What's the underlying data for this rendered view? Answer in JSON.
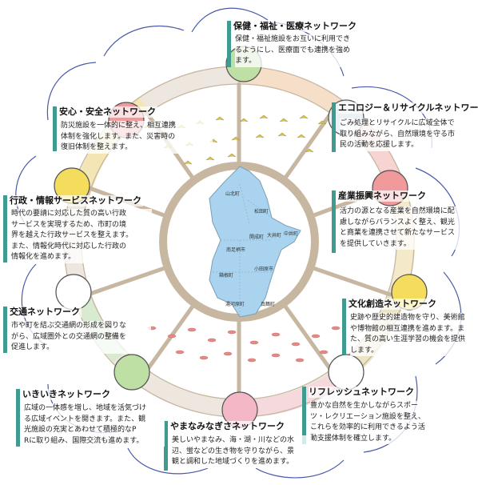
{
  "colors": {
    "teal_bar": "#3f9a8f",
    "ring_frame": "#c7b6a0",
    "map_fill": "#a9d3ee",
    "petal_outline": "#4a5aa8"
  },
  "map": {
    "places": [
      "山北町",
      "松田町",
      "開成町",
      "大井町",
      "中井町",
      "南足柄市",
      "小田原市",
      "箱根町",
      "真鶴町",
      "湯河原町"
    ]
  },
  "networks": [
    {
      "title": "保健・福祉・医療ネットワーク",
      "lines": [
        "保健・福祉施設をお互いに利用でき",
        "るようにし、医療面でも連携を強め",
        "ます。"
      ]
    },
    {
      "title": "エコロジー＆リサイクルネットワーク",
      "lines": [
        "ごみ処理とリサイクルに広域全体で",
        "取り組みながら、自然環境を守る市",
        "民の活動を応援します。"
      ]
    },
    {
      "title": "産業振興ネットワーク",
      "lines": [
        "活力の源となる産業を自然環境に配",
        "慮しながらバランスよく整え、観光",
        "と商業を連携させて新たなサービス",
        "を提供していきます。"
      ]
    },
    {
      "title": "文化創造ネットワーク",
      "lines": [
        "史跡や歴史的建造物を守り、美術館",
        "や博物館の相互連携を進めます。ま",
        "た、質の高い生涯学習の機会を提供",
        "します。"
      ]
    },
    {
      "title": "リフレッシュネットワーク",
      "lines": [
        "豊かな自然を生かしながらスポー",
        "ツ・レクリエーション施設を整え、",
        "これらを効率的に利用できるよう活",
        "動支援体制を確立します。"
      ]
    },
    {
      "title": "やまなみなぎさネットワーク",
      "lines": [
        "美しいやまなみ、海・湖・川などの水",
        "辺、蛍などの生き物を守りながら、景",
        "観と調和した地域づくりを進めます。"
      ]
    },
    {
      "title": "いきいきネットワーク",
      "lines": [
        "広域の一体感を増し、地域を活気づけ",
        "る広域イベントを開きます。また、観",
        "光施設の充実とあわせて積極的なP",
        "Rに取り組み、国際交流も進めます。"
      ]
    },
    {
      "title": "交通ネットワーク",
      "lines": [
        "市や町を結ぶ交通網の形成を図りな",
        "がら、広域圏外との交通網の整備を",
        "促進します。"
      ]
    },
    {
      "title": "行政・情報サービスネットワーク",
      "lines": [
        "時代の要請に対応した質の高い行政",
        "サービスを実現するため、市町の境",
        "界を越えた行政サービスを整えます。",
        "また、情報化時代に対応した行政の",
        "情報化を進めます。"
      ]
    },
    {
      "title": "安心・安全ネットワーク",
      "lines": [
        "防災施設を一体的に整え、相互連携",
        "体制を強化します。また、災害時の",
        "復旧体制を整えます。"
      ]
    }
  ]
}
